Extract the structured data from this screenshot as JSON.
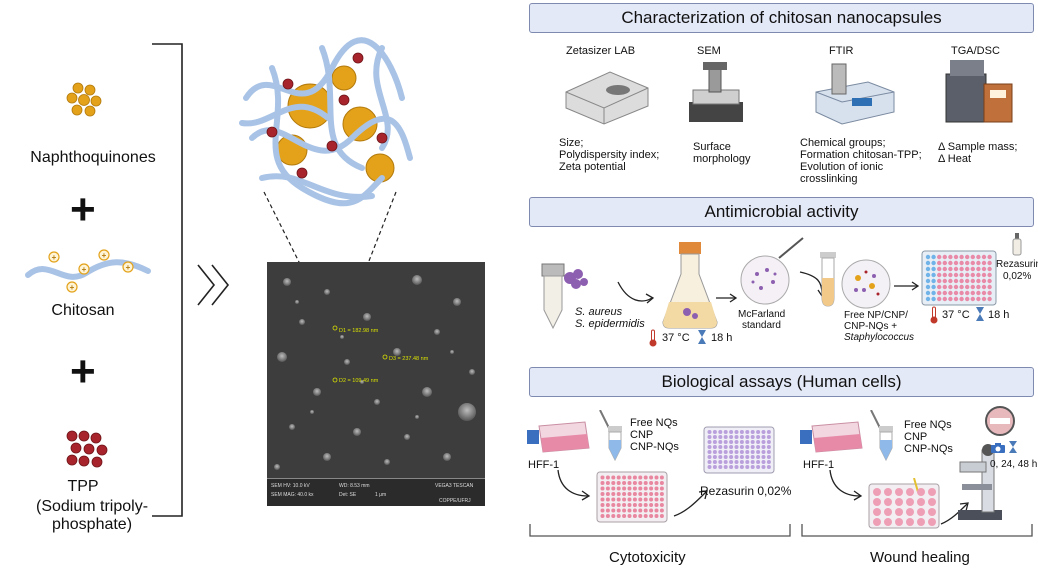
{
  "left": {
    "naphthoquinones": "Naphthoquinones",
    "plus1": "+",
    "chitosan": "Chitosan",
    "plus2": "+",
    "tpp": "TPP",
    "tpp_full": "(Sodium tripoly-phosphate)"
  },
  "sem_image": {
    "labels": [
      "D1 = 182.98 nm",
      "D3 = 237.48 nm",
      "D2 = 109.49 nm"
    ],
    "footer": {
      "hv": "SEM HV: 10.0 kV",
      "wd": "WD: 8.53 mm",
      "brand": "VEGA3 TESCAN",
      "mag": "SEM MAG: 40.0 kx",
      "det": "Det: SE",
      "scale": "1 μm",
      "lab": "COPPE/UFRJ"
    }
  },
  "characterization": {
    "title": "Characterization of chitosan nanocapsules",
    "instruments": [
      {
        "name": "Zetasizer LAB",
        "desc": [
          "Size;",
          "Polydispersity index;",
          "Zeta potential"
        ]
      },
      {
        "name": "SEM",
        "desc": [
          "Surface",
          "morphology"
        ]
      },
      {
        "name": "FTIR",
        "desc": [
          "Chemical groups;",
          "Formation chitosan-TPP;",
          "Evolution of ionic",
          "crosslinking"
        ]
      },
      {
        "name": "TGA/DSC",
        "desc": [
          "Δ Sample mass;",
          "Δ Heat"
        ]
      }
    ]
  },
  "antimicrobial": {
    "title": "Antimicrobial activity",
    "species": [
      "S. aureus",
      "S. epidermidis"
    ],
    "temp1": "37 °C",
    "time1": "18 h",
    "mcfarland": [
      "McFarland",
      "standard"
    ],
    "mix": [
      "Free NP/CNP/",
      "CNP-NQs +",
      "Staphylococcus"
    ],
    "temp2": "37 °C",
    "time2": "18 h",
    "rezasurin": [
      "Rezasurin",
      "0,02%"
    ]
  },
  "biological": {
    "title": "Biological assays (Human cells)",
    "cyto": {
      "cell": "HFF-1",
      "treatments": [
        "Free NQs",
        "CNP",
        "CNP-NQs"
      ],
      "rezasurin": "Rezasurin 0,02%",
      "label": "Cytotoxicity"
    },
    "wound": {
      "cell": "HFF-1",
      "treatments": [
        "Free NQs",
        "CNP",
        "CNP-NQs"
      ],
      "times": "0, 24, 48 h",
      "label": "Wound healing"
    }
  },
  "colors": {
    "header_fill": "#e4e9f8",
    "header_border": "#7f8ab0",
    "nanoparticle": "#e3a21a",
    "chitosan_strand": "#a9c3e6",
    "tpp": "#a8242c"
  }
}
